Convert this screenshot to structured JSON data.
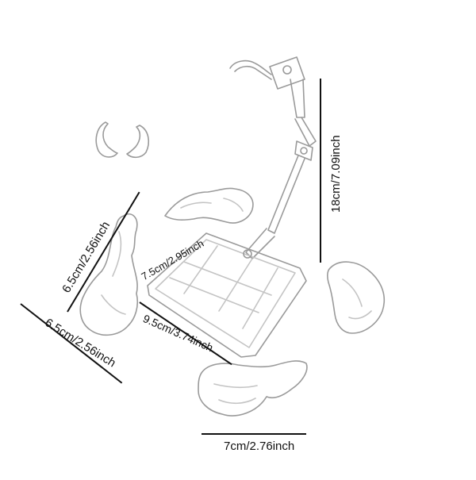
{
  "dimensions": {
    "stand_height": "18cm/7.09inch",
    "left_piece_height": "6.5cm/2.56inch",
    "left_piece_width": "6.5cm/2.56inch",
    "top_effect_width": "7.5cm/2.95inch",
    "base_width": "9.5cm/3.74inch",
    "bottom_effect_width": "7cm/2.76inch"
  },
  "colors": {
    "outline": "#9a9a9a",
    "detail": "#c4c4c4",
    "line": "#111111",
    "text": "#111111"
  }
}
